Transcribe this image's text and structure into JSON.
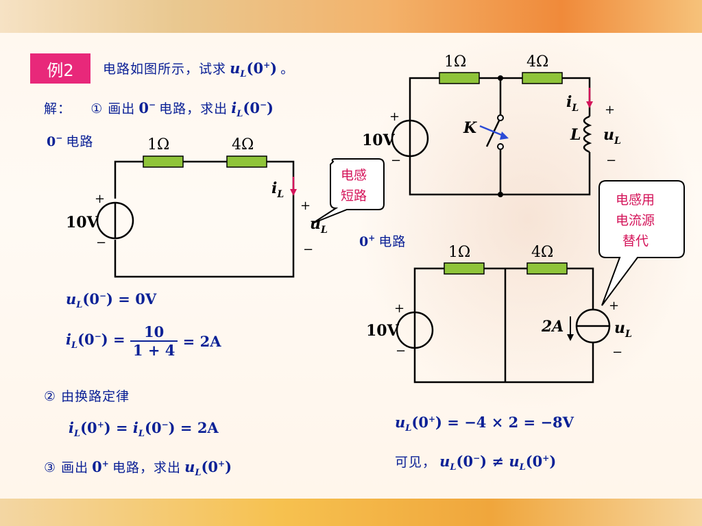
{
  "badge": "例2",
  "problem": "电路如图所示，试求",
  "problem_end": "。",
  "solution_label": "解：",
  "step1_prefix": "① 画出",
  "step1_mid": "电路，求出",
  "zero_minus_circuit_label": "电路",
  "step2": "② 由换路定律",
  "step3_prefix": "③ 画出",
  "step3_mid": "电路，求出",
  "zero_plus_circuit_label": "电路",
  "conclusion_prefix": "可见，",
  "callout_short": [
    "电感",
    "短路"
  ],
  "callout_source": [
    "电感用",
    "电流源",
    "替代"
  ],
  "circuit_labels": {
    "r1": "1Ω",
    "r2": "4Ω",
    "source": "10V",
    "plus": "+",
    "minus": "−",
    "switch": "K",
    "inductor": "L",
    "current_source": "2A"
  },
  "equations": {
    "uL0m_result": "= 0V",
    "frac_num": "10",
    "frac_den": "1 + 4",
    "frac_result": "= 2A",
    "law_result": "= 2A",
    "uL0p_result": "= −4 × 2 = −8V"
  },
  "colors": {
    "accent": "#e8287a",
    "text": "#0b2196",
    "callout": "#d4145a",
    "resistor": "#8fc43a"
  }
}
